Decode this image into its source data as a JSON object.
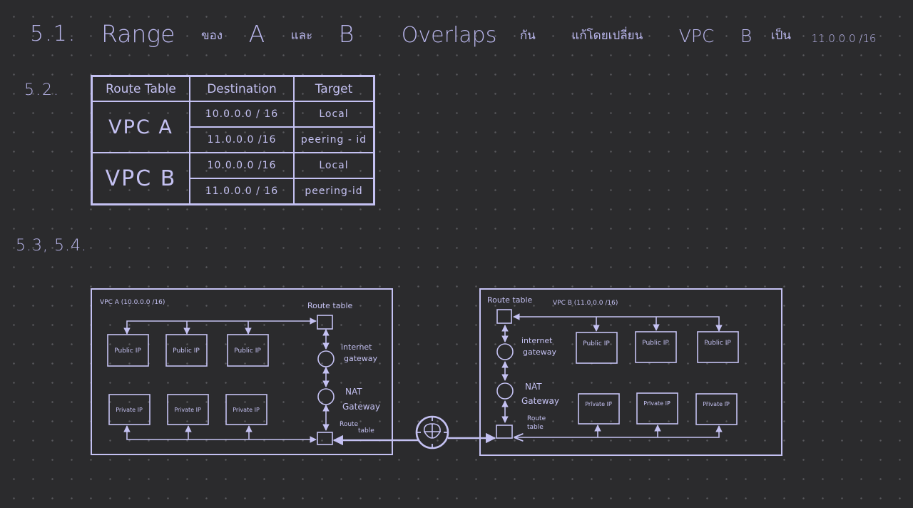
{
  "line_5_1": {
    "number": "5.1.",
    "words": [
      "Range",
      "ของ",
      "A",
      "และ",
      "B",
      "Overlaps",
      "กัน",
      "แก้โดยเปลี่ยน",
      "VPC",
      "B",
      "เป็น",
      "11.0.0.0 /16"
    ]
  },
  "line_5_2": {
    "number": "5.2.",
    "headers": [
      "Route Table",
      "Destination",
      "Target"
    ],
    "groups": [
      {
        "name": "VPC A",
        "rows": [
          [
            "10.0.0.0 / 16",
            "Local"
          ],
          [
            "11.0.0.0 /16",
            "peering - id"
          ]
        ]
      },
      {
        "name": "VPC B",
        "rows": [
          [
            "10.0.0.0 /16",
            "Local"
          ],
          [
            "11.0.0.0 / 16",
            "peering-id"
          ]
        ]
      }
    ]
  },
  "line_5_3": {
    "number": "5.3, 5.4.",
    "vpc_a": {
      "label": "VPC A (10.0.0.0 /16)",
      "route_table_top": "Route table",
      "route_table_bottom": "Route table",
      "internet_gateway": "internet gateway",
      "nat_gateway": "NAT Gateway",
      "public_ips": [
        "Public IP",
        "Public IP",
        "Public IP"
      ],
      "private_ips": [
        "Private IP",
        "Private IP",
        "Private IP"
      ]
    },
    "vpc_b": {
      "label": "VPC B (11.0.0.0 /16)",
      "route_table_top": "Route table",
      "route_table_bottom": "Route table",
      "internet_gateway": "internet gateway",
      "nat_gateway": "NAT Gateway",
      "public_ips": [
        "Public IP",
        "Public IP",
        "Public IP"
      ],
      "private_ips": [
        "Private IP",
        "Private IP",
        "Private IP"
      ]
    },
    "peering_icon": "peering-connection-icon",
    "ink_color": "#c4c1f2",
    "background_color": "#2b2b2d"
  }
}
